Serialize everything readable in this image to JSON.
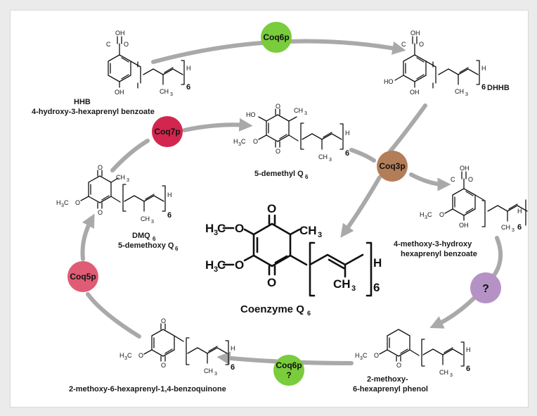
{
  "colors": {
    "arrow": "#a9a9a9",
    "enzyme_green": "#79cc3b",
    "enzyme_red": "#d2264f",
    "enzyme_brown": "#b27d58",
    "enzyme_purple": "#b592c5",
    "enzyme_pink": "#df5c74"
  },
  "enzymes": {
    "coq6p_top": "Coq6p",
    "coq7p": "Coq7p",
    "coq3p": "Coq3p",
    "unknown": "?",
    "coq6p_bottom": "Coq6p",
    "coq6p_bottom_q": "?",
    "coq5p": "Coq5p"
  },
  "compounds": {
    "hhb": {
      "name": "HHB",
      "full": "4-hydroxy-3-hexaprenyl benzoate"
    },
    "dhhb": {
      "name": "DHHB"
    },
    "demethyl": {
      "name": "5-demethyl Q",
      "sub": "6"
    },
    "dmq": {
      "name": "DMQ",
      "sub": "6",
      "full": "5-demethoxy Q",
      "full_sub": "6"
    },
    "methoxy_hydroxy": {
      "line1": "4-methoxy-3-hydroxy",
      "line2": "hexaprenyl benzoate"
    },
    "coq": {
      "name": "Coenzyme Q",
      "sub": "6"
    },
    "phenol": {
      "line1": "2-methoxy-",
      "line2": "6-hexaprenyl phenol"
    },
    "benzoquinone": {
      "name": "2-methoxy-6-hexaprenyl-1,4-benzoquinone"
    }
  },
  "atoms": {
    "oh": "OH",
    "o": "O",
    "ho": "HO",
    "h": "H",
    "c": "C",
    "ch3": "CH",
    "three": "3",
    "six": "6",
    "h3c": "H",
    "h3c_c": "C",
    "methoxy_o": "O"
  }
}
